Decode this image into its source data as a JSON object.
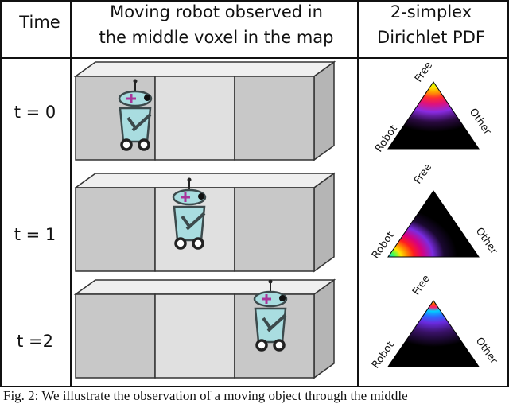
{
  "header": {
    "col_time": "Time",
    "col_robot_line1": "Moving robot observed in",
    "col_robot_line2": "the middle voxel in the map",
    "col_pdf_line1": "2-simplex",
    "col_pdf_line2": "Dirichlet PDF"
  },
  "rows": [
    {
      "time_label": "t = 0",
      "robot_voxel": 0,
      "peak": "free"
    },
    {
      "time_label": "t = 1",
      "robot_voxel": 1,
      "peak": "robot"
    },
    {
      "time_label": "t =2",
      "robot_voxel": 2,
      "peak": "free-top"
    }
  ],
  "simplex_labels": {
    "free": "Free",
    "robot": "Robot",
    "other": "Other"
  },
  "caption": "Fig. 2: We illustrate the observation of a moving object through the middle",
  "colors": {
    "robot_body": "#a9dde0",
    "robot_stroke": "#3c4a4c",
    "robot_arm": "#a8349a",
    "voxel_front": "#e0e0e0",
    "voxel_side": "#b5b5b5",
    "voxel_top": "#efefef",
    "pdf_dark": "#000000"
  }
}
